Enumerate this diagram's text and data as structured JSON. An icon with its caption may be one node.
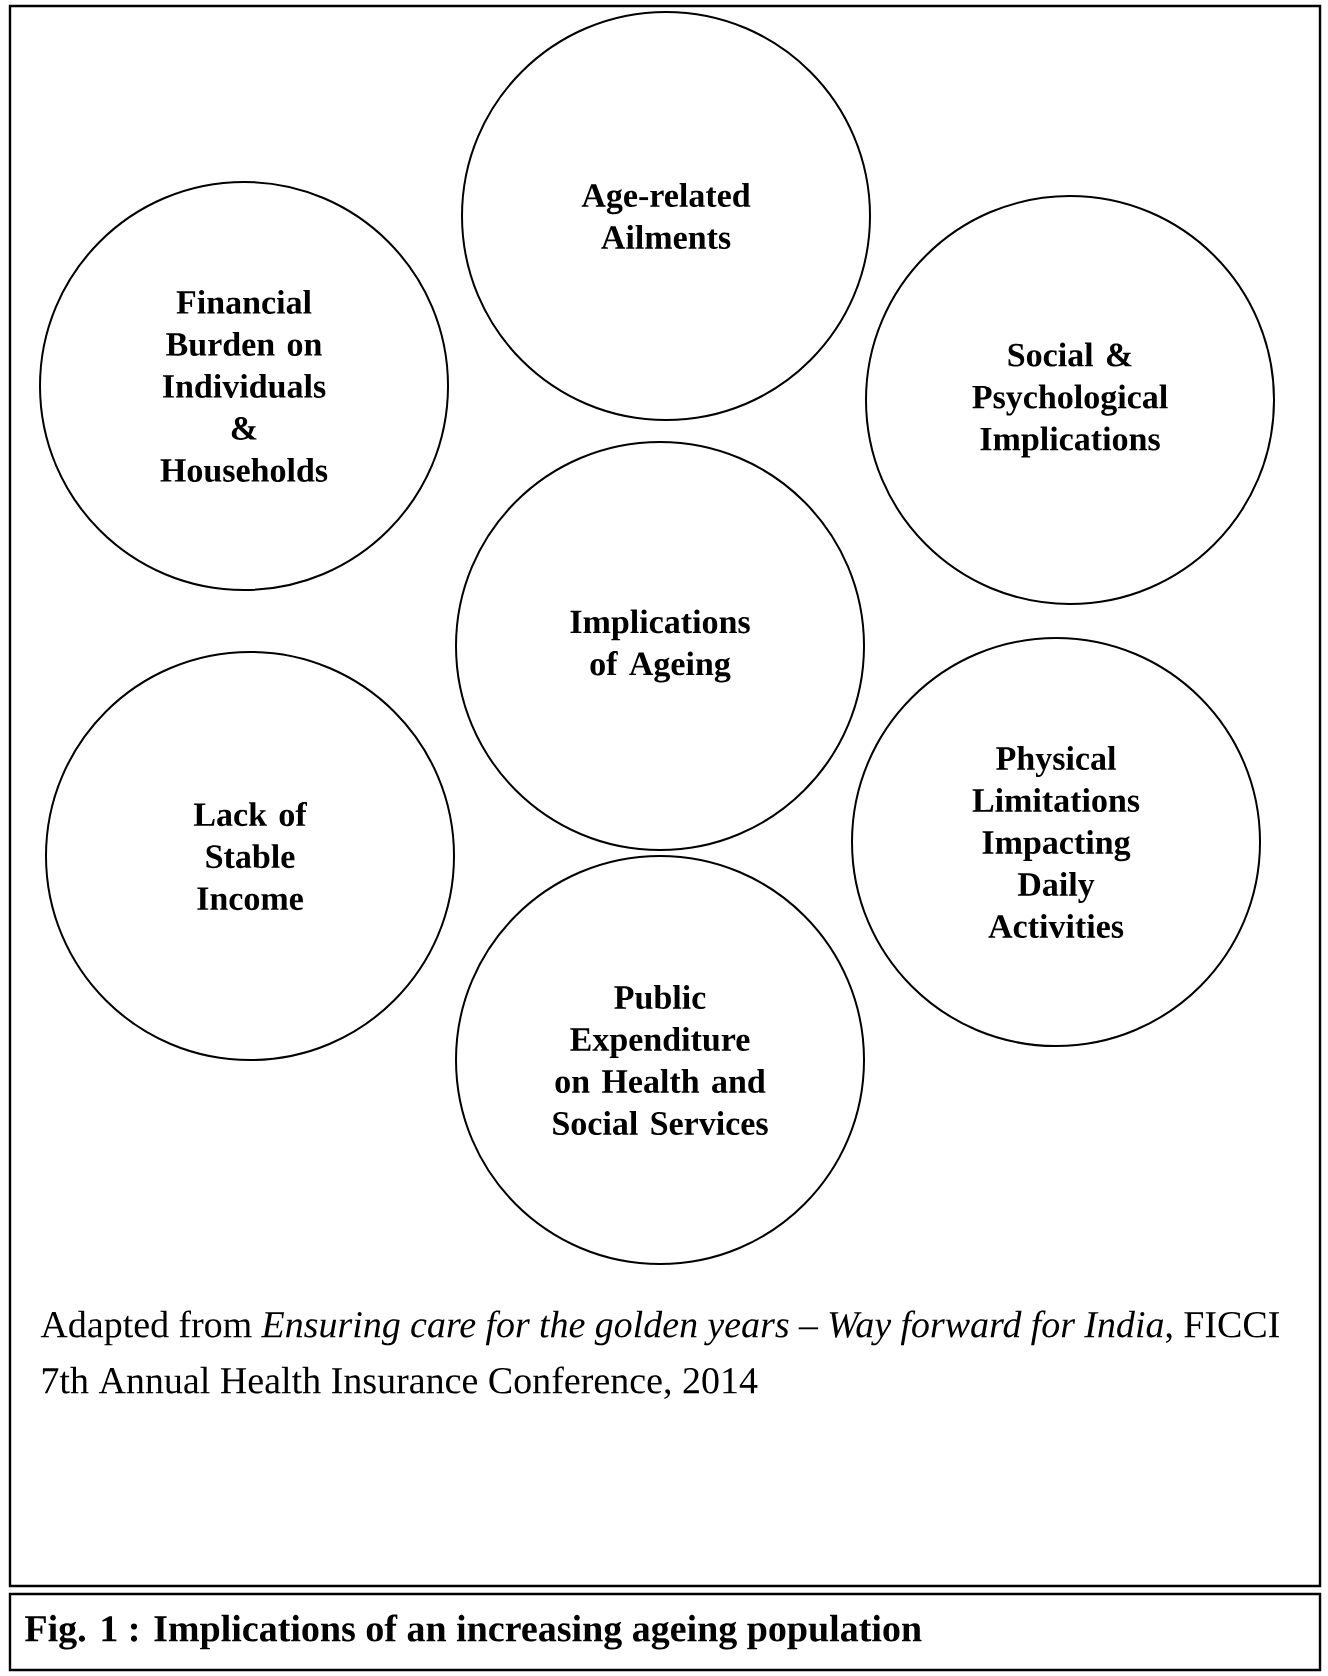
{
  "diagram": {
    "caption": "Fig. 1 :  Implications of an increasing ageing population",
    "nodes": [
      {
        "text": [
          "Age-related Ailments"
        ]
      },
      {
        "text": [
          "Social & Psychological Implications"
        ]
      },
      {
        "text": [
          "Financial Burden on Individuals & Households"
        ]
      },
      {
        "text": [
          "Implications of Ageing"
        ]
      },
      {
        "text": [
          "Physical Limitations Impacting Daily Activities"
        ]
      },
      {
        "text": [
          "Lack of Stable Income"
        ]
      },
      {
        "text": [
          "Public Expenditure on Health and Social Services"
        ]
      }
    ],
    "labels": [
      "Adapted from *Ensuring care for the golden years – Way forward for India*, FICCI 7th Annual Health Insurance Conference, 2014"
    ]
  }
}
